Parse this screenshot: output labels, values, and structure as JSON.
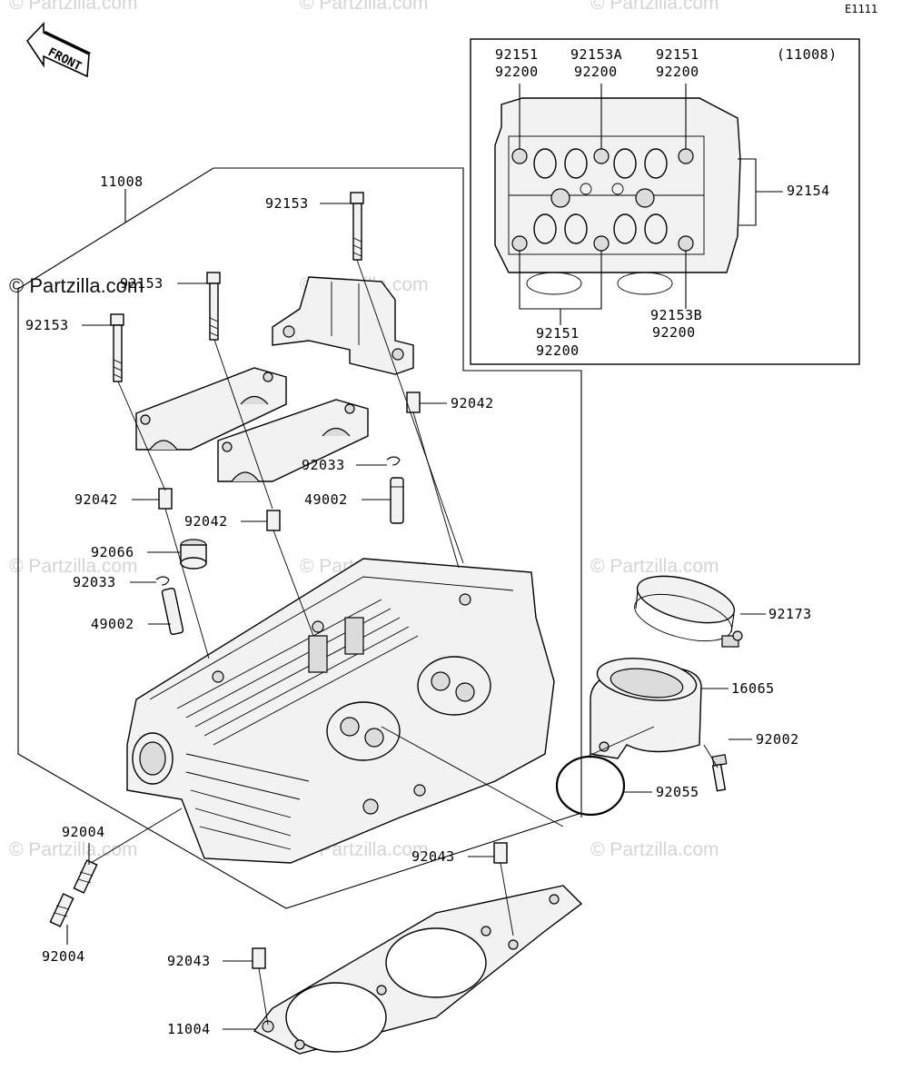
{
  "diagram_code": "E1111",
  "front_label": "FRONT",
  "watermark": "© Partzilla.com",
  "inset": {
    "title": "(11008)",
    "labels_top": [
      {
        "line1": "92151",
        "line2": "92200"
      },
      {
        "line1": "92153A",
        "line2": "92200"
      },
      {
        "line1": "92151",
        "line2": "92200"
      }
    ],
    "label_right": "92154",
    "labels_bottom": [
      {
        "line1": "92151",
        "line2": "92200"
      },
      {
        "line1": "92153B",
        "line2": "92200"
      }
    ]
  },
  "parts": {
    "p11008": "11008",
    "p92153_a": "92153",
    "p92153_b": "92153",
    "p92153_c": "92153",
    "p92042_a": "92042",
    "p92042_b": "92042",
    "p92042_c": "92042",
    "p92033_a": "92033",
    "p92033_b": "92033",
    "p49002_a": "49002",
    "p49002_b": "49002",
    "p92066": "92066",
    "p92173": "92173",
    "p16065": "16065",
    "p92002": "92002",
    "p92055": "92055",
    "p92004_a": "92004",
    "p92004_b": "92004",
    "p92043_a": "92043",
    "p92043_b": "92043",
    "p11004": "11004"
  }
}
